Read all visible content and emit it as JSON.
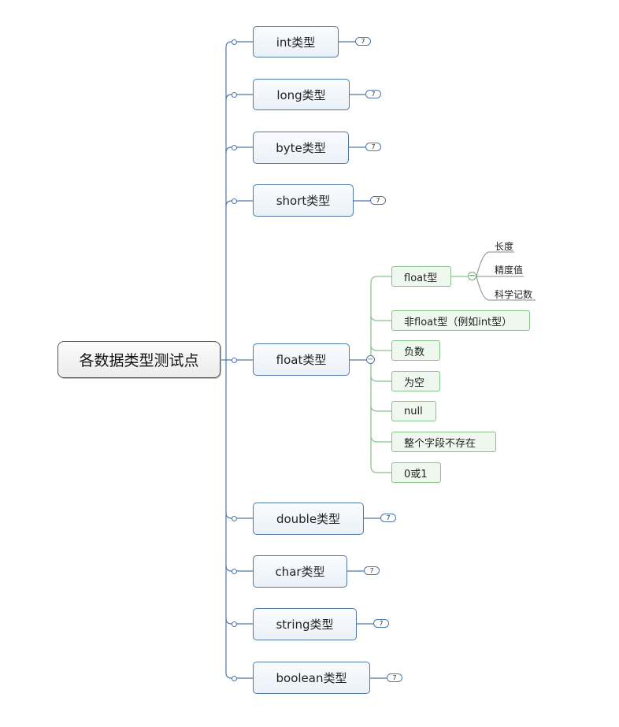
{
  "root": {
    "label": "各数据类型测试点"
  },
  "branches": [
    {
      "label": "int类型",
      "badge": "7"
    },
    {
      "label": "long类型",
      "badge": "7"
    },
    {
      "label": "byte类型",
      "badge": "7"
    },
    {
      "label": "short类型",
      "badge": "7"
    },
    {
      "label": "float类型"
    },
    {
      "label": "double类型",
      "badge": "7"
    },
    {
      "label": "char类型",
      "badge": "7"
    },
    {
      "label": "string类型",
      "badge": "7"
    },
    {
      "label": "boolean类型",
      "badge": "7"
    }
  ],
  "float_children": [
    {
      "label": "float型"
    },
    {
      "label": "非float型（例如int型）"
    },
    {
      "label": "负数"
    },
    {
      "label": "为空"
    },
    {
      "label": "null"
    },
    {
      "label": "整个字段不存在"
    },
    {
      "label": "0或1"
    }
  ],
  "float_type_children": [
    {
      "label": "长度"
    },
    {
      "label": "精度值"
    },
    {
      "label": "科学记数"
    }
  ],
  "colors": {
    "branch_line": "#4f78a8",
    "leaf_line": "#86c28a",
    "sub_line": "#8a8a8a"
  }
}
